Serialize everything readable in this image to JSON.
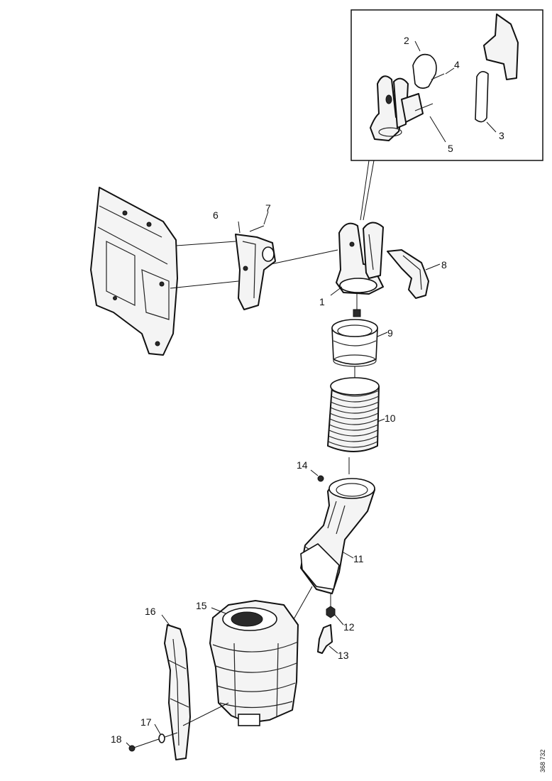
{
  "callouts": {
    "c1": "1",
    "c2": "2",
    "c3": "3",
    "c4": "4",
    "c5": "5",
    "c6": "6",
    "c7": "7",
    "c8": "8",
    "c9": "9",
    "c10": "10",
    "c11": "11",
    "c12": "12",
    "c13": "13",
    "c14": "14",
    "c15": "15",
    "c16": "16",
    "c17": "17",
    "c18": "18"
  },
  "reference_number": "368 732"
}
